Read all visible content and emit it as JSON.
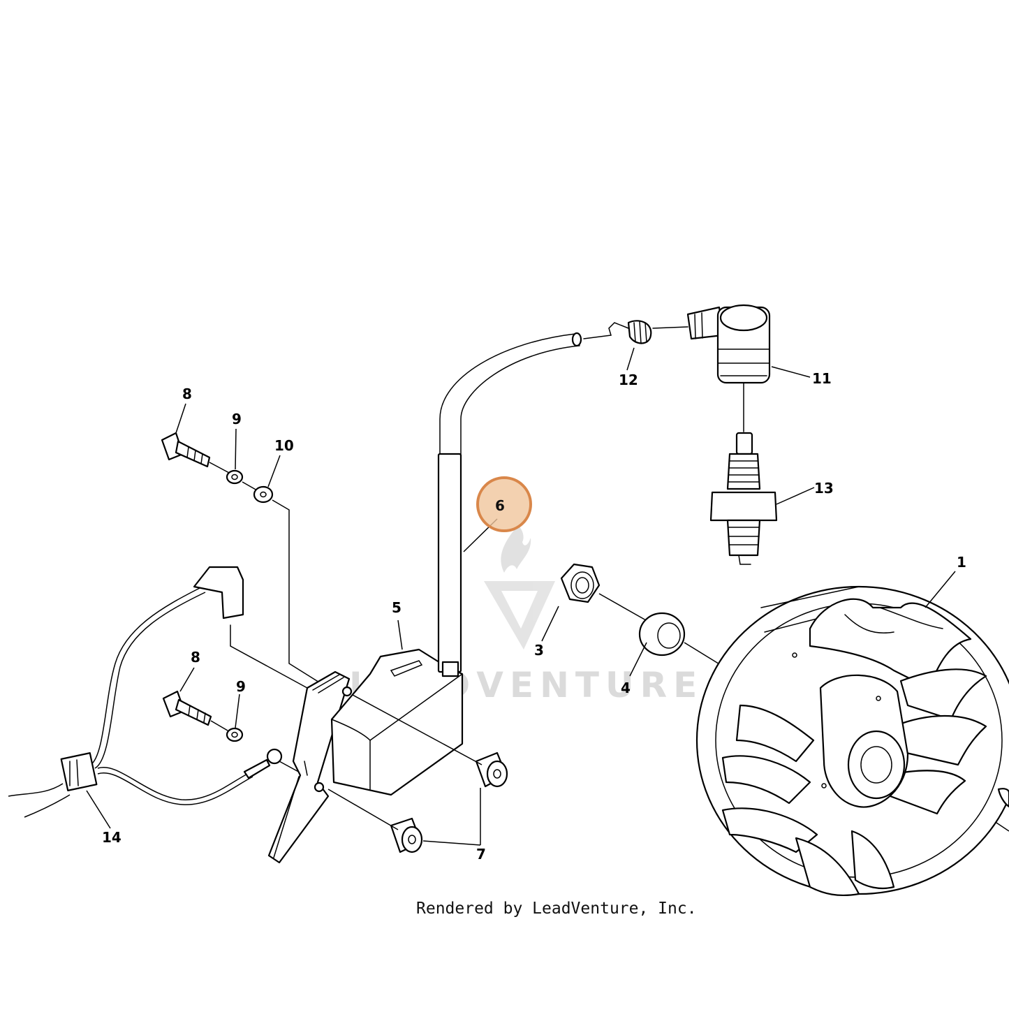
{
  "diagram": {
    "callouts": [
      {
        "id": "c1",
        "label": "1"
      },
      {
        "id": "c3",
        "label": "3"
      },
      {
        "id": "c4",
        "label": "4"
      },
      {
        "id": "c5",
        "label": "5"
      },
      {
        "id": "c6",
        "label": "6"
      },
      {
        "id": "c7",
        "label": "7"
      },
      {
        "id": "c8a",
        "label": "8"
      },
      {
        "id": "c8b",
        "label": "8"
      },
      {
        "id": "c9a",
        "label": "9"
      },
      {
        "id": "c9b",
        "label": "9"
      },
      {
        "id": "c10",
        "label": "10"
      },
      {
        "id": "c11",
        "label": "11"
      },
      {
        "id": "c12",
        "label": "12"
      },
      {
        "id": "c13",
        "label": "13"
      },
      {
        "id": "c14",
        "label": "14"
      }
    ],
    "highlighted_part": "6",
    "highlight_color": "#d9874a",
    "highlight_fill": "#f0c59c",
    "watermark": "LEADVENTURE",
    "credit": "Rendered by LeadVenture, Inc."
  }
}
